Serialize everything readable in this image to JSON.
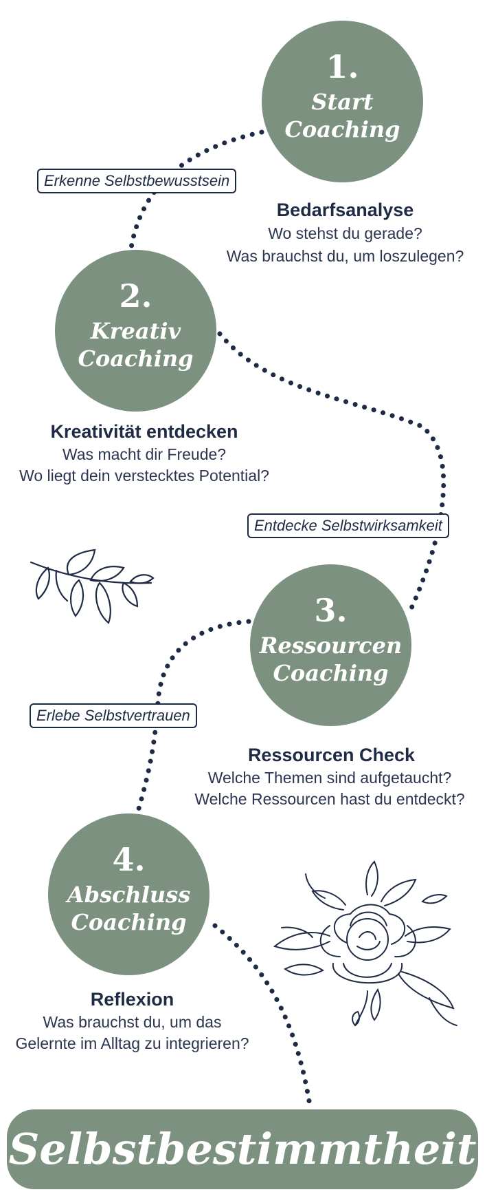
{
  "steps": [
    {
      "number": "1.",
      "title_line1": "Start",
      "title_line2": "Coaching",
      "heading": "Bedarfsanalyse",
      "questions": [
        "Wo stehst du gerade?",
        "Was brauchst du, um loszulegen?"
      ]
    },
    {
      "number": "2.",
      "title_line1": "Kreativ",
      "title_line2": "Coaching",
      "heading": "Kreativität entdecken",
      "questions": [
        "Was macht dir Freude?",
        "Wo liegt dein verstecktes Potential?"
      ]
    },
    {
      "number": "3.",
      "title_line1": "Ressourcen",
      "title_line2": "Coaching",
      "heading": "Ressourcen Check",
      "questions": [
        "Welche Themen sind aufgetaucht?",
        "Welche Ressourcen hast du entdeckt?"
      ]
    },
    {
      "number": "4.",
      "title_line1": "Abschluss",
      "title_line2": "Coaching",
      "heading": "Reflexion",
      "questions": [
        "Was brauchst du, um das",
        "Gelernte im Alltag zu integrieren?"
      ]
    }
  ],
  "path_labels": [
    "Erkenne Selbstbewusstsein",
    "Entdecke Selbstwirksamkeit",
    "Erlebe Selbstvertrauen"
  ],
  "goal": "Selbstbestimmtheit",
  "colors": {
    "sage": "#7c9180",
    "navy": "#1f2a44",
    "background": "#ffffff"
  },
  "decorations": [
    "leaf-branch-icon",
    "peony-flower-icon"
  ]
}
